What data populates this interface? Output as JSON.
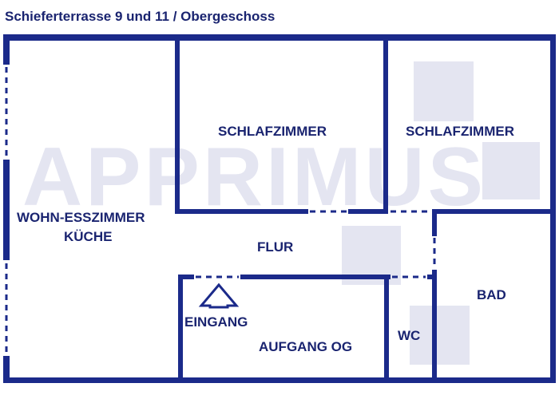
{
  "header": {
    "title": "Schieferterrasse 9 und 11 / Obergeschoss"
  },
  "watermark": {
    "text": "APPRIMUS",
    "color": "#e4e5f1"
  },
  "colors": {
    "wall": "#1b2a8a",
    "text": "#1a2470",
    "watermark": "#e4e5f1"
  },
  "rooms": {
    "living": {
      "line1": "WOHN-ESSZIMMER",
      "line2": "KÜCHE"
    },
    "bedroom1": {
      "label": "SCHLAFZIMMER"
    },
    "bedroom2": {
      "label": "SCHLAFZIMMER"
    },
    "hallway": {
      "label": "FLUR"
    },
    "bathroom": {
      "label": "BAD"
    },
    "wc": {
      "label": "WC"
    },
    "staircase": {
      "label": "AUFGANG OG"
    },
    "entrance": {
      "label": "EINGANG",
      "icon": "arrow-up-icon"
    }
  }
}
